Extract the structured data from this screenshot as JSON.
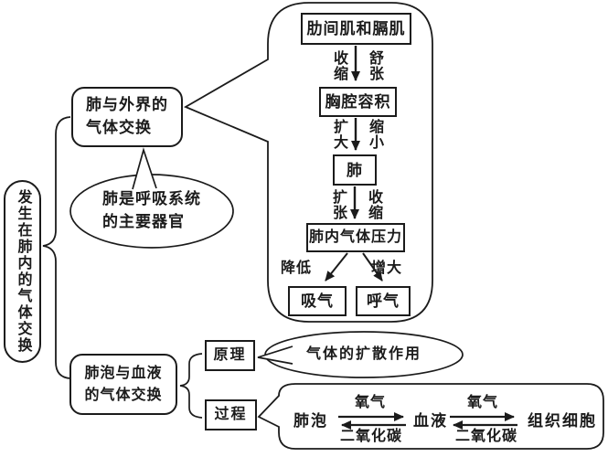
{
  "colors": {
    "ink": "#1b1b1b",
    "background": "#ffffff"
  },
  "root": {
    "label": "发生在肺内的气体交换"
  },
  "branch_lung_outside": {
    "line1": "肺与外界的",
    "line2": "气体交换"
  },
  "note_bubble": {
    "line1": "肺是呼吸系统",
    "line2": "的主要器官"
  },
  "flowchart": {
    "box_muscles": "肋间肌和膈肌",
    "step1": {
      "left": "收缩",
      "right": "舒张"
    },
    "box_thoracic_volume": "胸腔容积",
    "step2": {
      "left": "扩大",
      "right": "缩小"
    },
    "box_lung": "肺",
    "step3": {
      "left": "扩张",
      "right": "收缩"
    },
    "box_pressure": "肺内气体压力",
    "branch_inhale_label": "降低",
    "branch_exhale_label": "增大",
    "box_inhale": "吸气",
    "box_exhale": "呼气"
  },
  "branch_alveoli_blood": {
    "line1": "肺泡与血液",
    "line2": "的气体交换"
  },
  "principle": {
    "label": "原理",
    "bubble": "气体的扩散作用"
  },
  "process": {
    "label": "过程",
    "node_alveoli": "肺泡",
    "node_blood": "血液",
    "node_tissue": "组织细胞",
    "gas_oxygen": "氧气",
    "gas_co2": "二氧化碳"
  }
}
